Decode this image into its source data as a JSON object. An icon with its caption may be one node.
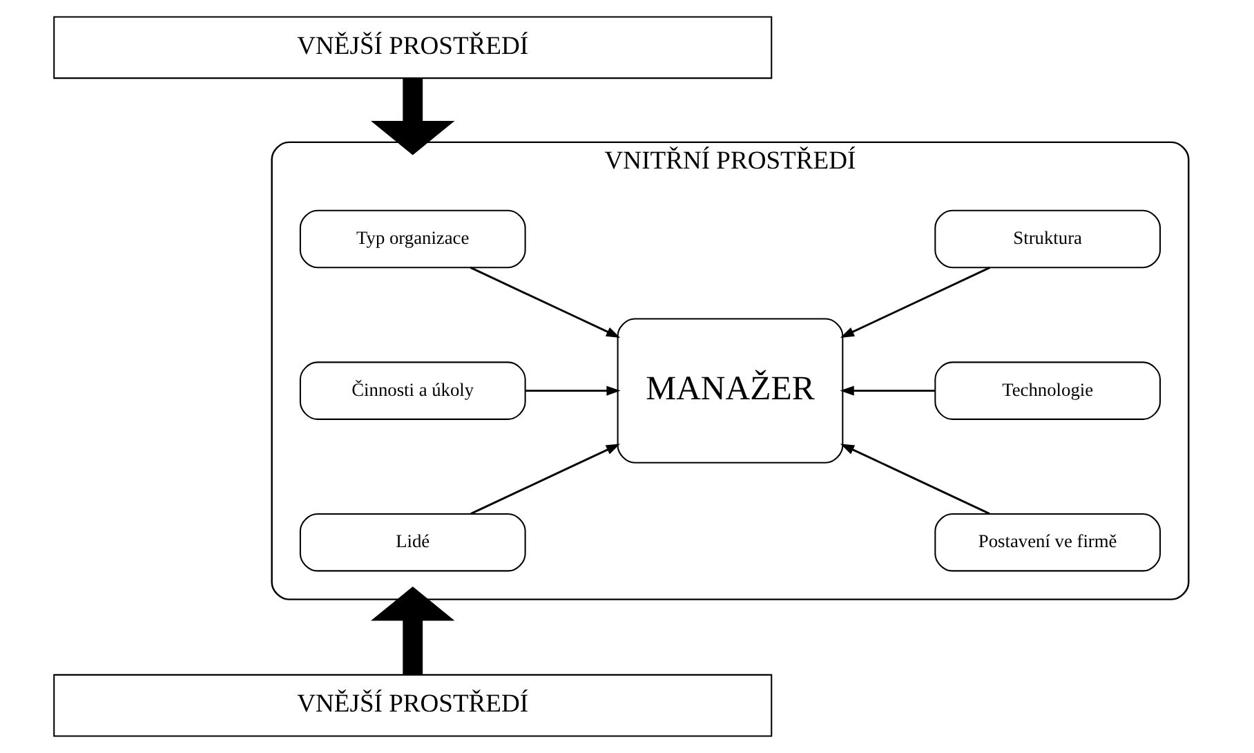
{
  "diagram": {
    "nodes": [
      {
        "text": [
          "VNĚJŠÍ PROSTŘEDÍ"
        ]
      },
      {
        "text": [
          "VNITŘNÍ PROSTŘEDÍ"
        ]
      },
      {
        "text": [
          "Typ organizace"
        ],
        "in": 1
      },
      {
        "text": [
          "Struktura"
        ],
        "in": 1
      },
      {
        "text": [
          "Činnosti a úkoly"
        ],
        "in": 1
      },
      {
        "text": [
          "MANAŽER"
        ],
        "in": 1
      },
      {
        "text": [
          "Technologie"
        ],
        "in": 1
      },
      {
        "text": [
          "Lidé"
        ],
        "in": 1
      },
      {
        "text": [
          "Postavení ve firmě"
        ],
        "in": 1
      },
      {
        "text": [
          "VNĚJŠÍ PROSTŘEDÍ"
        ]
      }
    ],
    "edges": [
      {
        "from": 0,
        "to": 1,
        "arrow": "to",
        "style": "thick"
      },
      {
        "from": 9,
        "to": 1,
        "arrow": "to",
        "style": "thick"
      },
      {
        "from": 2,
        "to": 5,
        "arrow": "to"
      },
      {
        "from": 4,
        "to": 5,
        "arrow": "to"
      },
      {
        "from": 7,
        "to": 5,
        "arrow": "to"
      },
      {
        "from": 3,
        "to": 5,
        "arrow": "to"
      },
      {
        "from": 6,
        "to": 5,
        "arrow": "to"
      },
      {
        "from": 8,
        "to": 5,
        "arrow": "to"
      }
    ]
  }
}
